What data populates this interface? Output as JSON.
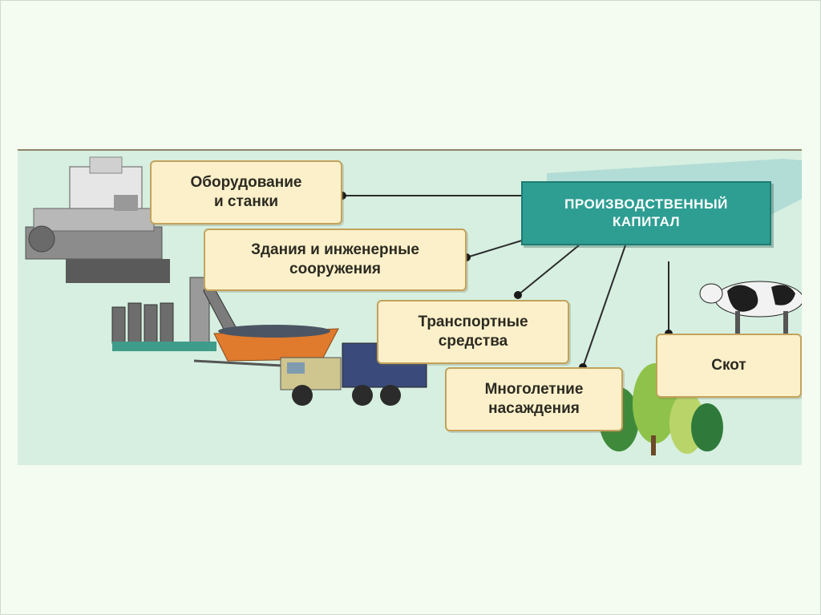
{
  "diagram": {
    "center": {
      "label": "ПРОИЗВОДСТВЕННЫЙ\nКАПИТАЛ"
    },
    "nodes": [
      {
        "id": "equipment",
        "label": "Оборудование\nи станки",
        "icon": "lathe-machine-icon"
      },
      {
        "id": "buildings",
        "label": "Здания и инженерные\nсооружения",
        "icon": "factory-silos-icon"
      },
      {
        "id": "transport",
        "label": "Транспортные\nсредства",
        "icon": "truck-icon"
      },
      {
        "id": "plantings",
        "label": "Многолетние\nнасаждения",
        "icon": "trees-icon"
      },
      {
        "id": "livestock",
        "label": "Скот",
        "icon": "cow-icon"
      }
    ]
  },
  "colors": {
    "background": "#d6efe0",
    "center_fill": "#2e9e93",
    "box_fill": "#fbf0c9",
    "box_border": "#c3a25c",
    "connector": "#2b2b2b"
  }
}
